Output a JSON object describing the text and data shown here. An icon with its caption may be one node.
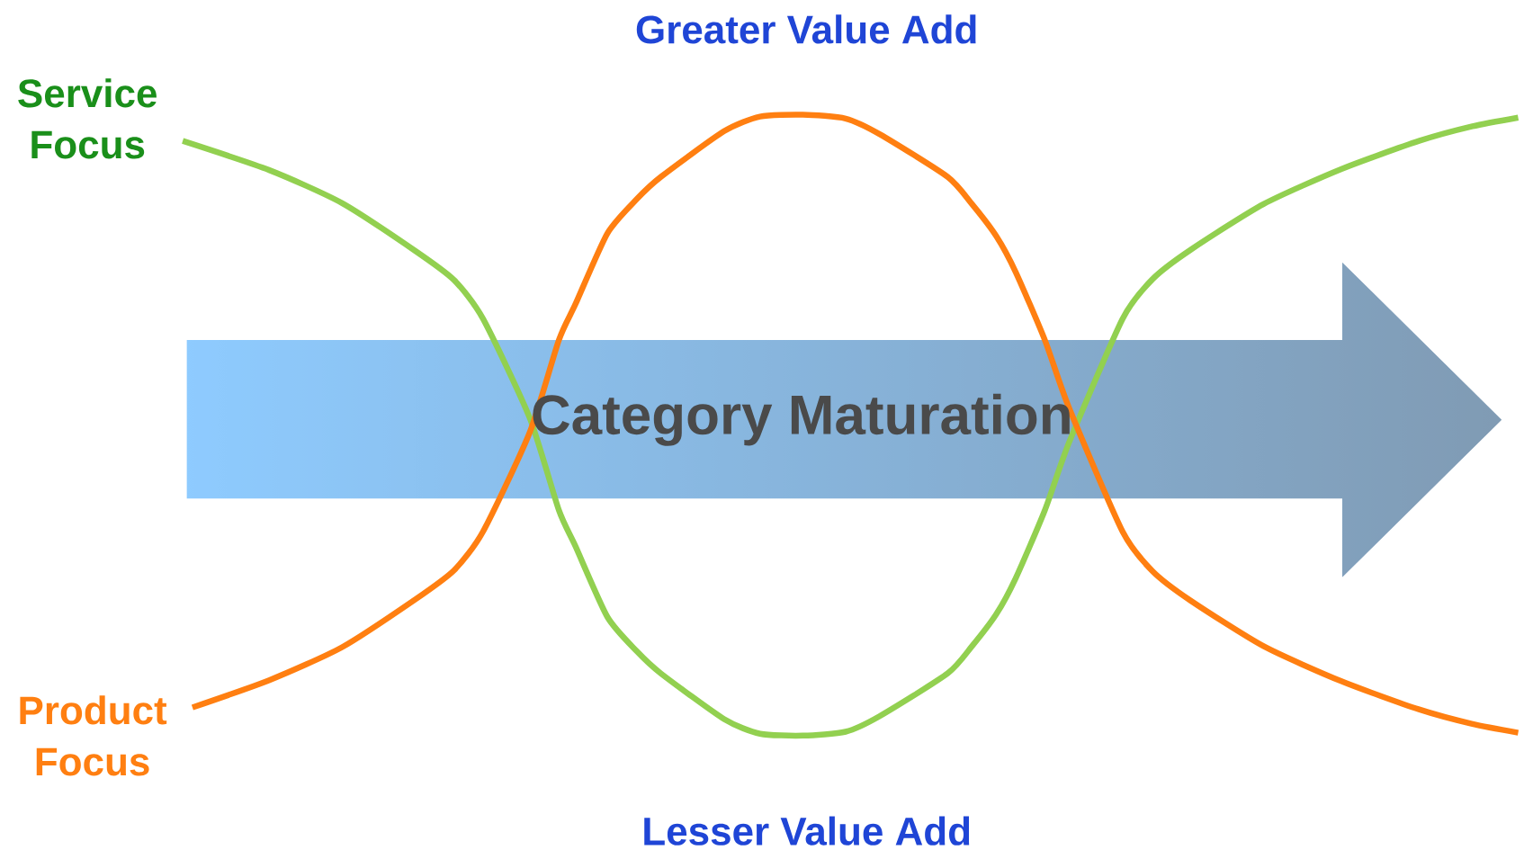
{
  "diagram": {
    "nodes": [
      {
        "text": [
          "Category Maturation"
        ]
      }
    ],
    "labels": [
      "Greater Value Add",
      "Service Focus",
      "Product Focus",
      "Lesser Value Add"
    ]
  }
}
